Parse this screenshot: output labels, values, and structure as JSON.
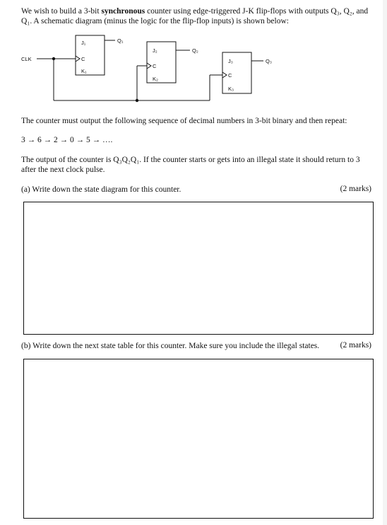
{
  "intro": {
    "part1": "We wish to build a 3-bit ",
    "bold": "synchronous",
    "part2": " counter using edge-triggered J-K flip-flops with outputs Q₃, Q₂, and Q₁. A schematic diagram (minus the logic for the flip-flop inputs) is shown below:"
  },
  "diagram": {
    "clk": "CLK",
    "ff1": {
      "j": "J₁",
      "c": "C",
      "k": "K₁",
      "q": "Q₁"
    },
    "ff2": {
      "j": "J₂",
      "c": "C",
      "k": "K₂",
      "q": "Q₂"
    },
    "ff3": {
      "j": "J₃",
      "c": "C",
      "k": "K₃",
      "q": "Q₃"
    }
  },
  "sequence_intro": "The counter must output the following sequence of decimal numbers in 3-bit binary and then repeat:",
  "sequence": "3 → 6 → 2 → 0 → 5 → ….",
  "output_note": "The output of the counter is Q₃Q₂Q₁. If the counter starts or gets into an illegal state it should return to 3 after the next clock pulse.",
  "part_a": {
    "text": "(a) Write down the state diagram for this counter.",
    "marks": "(2 marks)"
  },
  "part_b": {
    "text": "(b) Write down the next state table for this counter. Make sure you include the illegal states.",
    "marks": "(2 marks)"
  }
}
